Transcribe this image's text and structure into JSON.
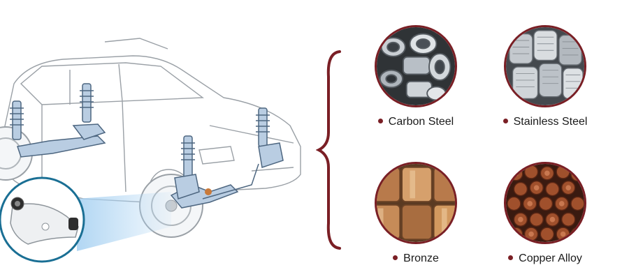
{
  "materials": [
    {
      "label": "Carbon Steel",
      "image": "carbon-steel-bushings"
    },
    {
      "label": "Stainless Steel",
      "image": "stainless-steel-bushings"
    },
    {
      "label": "Bronze",
      "image": "bronze-bushings"
    },
    {
      "label": "Copper Alloy",
      "image": "copper-alloy-bushings"
    }
  ],
  "colors": {
    "accent": "#7a1f25",
    "steel": "#b8bfc6",
    "bronze": "#b87a4b",
    "copper": "#a0502c",
    "suspension": "#b9cde2"
  }
}
